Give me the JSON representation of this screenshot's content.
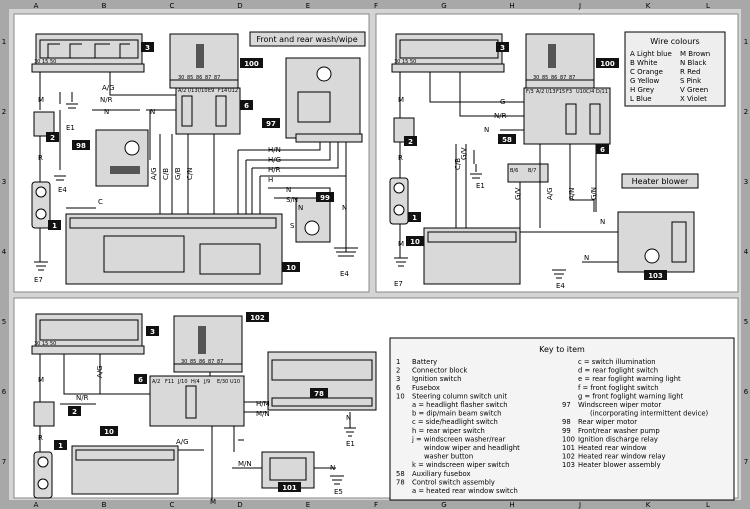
{
  "grid": {
    "columns": [
      "A",
      "B",
      "C",
      "D",
      "E",
      "F",
      "G",
      "H",
      "J",
      "K",
      "L"
    ],
    "rows": [
      "1",
      "2",
      "3",
      "4",
      "5",
      "6",
      "7"
    ]
  },
  "panels": {
    "wash_wipe_title": "Front and rear wash/wipe",
    "heater_title": "Heater blower",
    "wire_colours_title": "Wire colours"
  },
  "wire_colours": [
    {
      "code": "A",
      "name": "Light blue"
    },
    {
      "code": "M",
      "name": "Brown"
    },
    {
      "code": "B",
      "name": "White"
    },
    {
      "code": "N",
      "name": "Black"
    },
    {
      "code": "C",
      "name": "Orange"
    },
    {
      "code": "R",
      "name": "Red"
    },
    {
      "code": "G",
      "name": "Yellow"
    },
    {
      "code": "S",
      "name": "Pink"
    },
    {
      "code": "H",
      "name": "Grey"
    },
    {
      "code": "V",
      "name": "Green"
    },
    {
      "code": "L",
      "name": "Blue"
    },
    {
      "code": "X",
      "name": "Violet"
    }
  ],
  "key": {
    "title": "Key to item",
    "left": [
      {
        "n": "1",
        "t": "Battery"
      },
      {
        "n": "2",
        "t": "Connector block"
      },
      {
        "n": "3",
        "t": "Ignition switch"
      },
      {
        "n": "6",
        "t": "Fusebox"
      },
      {
        "n": "10",
        "t": "Steering column switch unit"
      },
      {
        "n": "",
        "t": "a = headlight flasher switch"
      },
      {
        "n": "",
        "t": "b = dip/main beam switch"
      },
      {
        "n": "",
        "t": "c = side/headlight switch"
      },
      {
        "n": "",
        "t": "h = rear wiper switch"
      },
      {
        "n": "",
        "t": "j = windscreen washer/rear"
      },
      {
        "n": "",
        "t": "window wiper and headlight"
      },
      {
        "n": "",
        "t": "washer button"
      },
      {
        "n": "",
        "t": "k = windscreen wiper switch"
      },
      {
        "n": "58",
        "t": "Auxiliary fusebox"
      },
      {
        "n": "78",
        "t": "Control switch assembly"
      },
      {
        "n": "",
        "t": "a = heated rear window switch"
      }
    ],
    "right": [
      {
        "n": "",
        "t": "c = switch illumination"
      },
      {
        "n": "",
        "t": "d = rear foglight switch"
      },
      {
        "n": "",
        "t": "e = rear foglight warning light"
      },
      {
        "n": "",
        "t": "f = front foglight switch"
      },
      {
        "n": "",
        "t": "g = front foglight warning light"
      },
      {
        "n": "97",
        "t": "Windscreen wiper motor"
      },
      {
        "n": "",
        "t": "(incorporating intermittent device)"
      },
      {
        "n": "98",
        "t": "Rear wiper motor"
      },
      {
        "n": "99",
        "t": "Front/rear washer pump"
      },
      {
        "n": "100",
        "t": "Ignition discharge relay"
      },
      {
        "n": "101",
        "t": "Heated rear window"
      },
      {
        "n": "102",
        "t": "Heated rear window relay"
      },
      {
        "n": "103",
        "t": "Heater blower assembly"
      }
    ]
  },
  "component_numbers": {
    "tl_ign": "3",
    "tl_relay": "100",
    "tl_fuse": "6",
    "tl_conn": "2",
    "tl_rearmotor": "98",
    "tl_batt": "1",
    "tl_wiper": "97",
    "tl_pump": "99",
    "tl_col": "10",
    "tr_ign": "3",
    "tr_relay": "100",
    "tr_fuse": "6",
    "tr_conn": "2",
    "tr_aux": "58",
    "tr_batt": "1",
    "tr_col": "10",
    "tr_blower": "103",
    "b_ign": "3",
    "b_relay": "102",
    "b_fuse": "6",
    "b_conn": "2",
    "b_batt": "1",
    "b_col": "10",
    "b_ctrl": "78",
    "b_hrw": "101"
  },
  "earths": {
    "tl_e1": "E1",
    "tl_e4a": "E4",
    "tl_e7": "E7",
    "tl_e4b": "E4",
    "tr_e1": "E1",
    "tr_e7": "E7",
    "tr_e4": "E4",
    "b_e1": "E1",
    "b_e5": "E5"
  },
  "wire_labels": {
    "tl": [
      "A/G",
      "N/R",
      "N",
      "N",
      "M",
      "R",
      "A/G",
      "C/B",
      "G/B",
      "C/N",
      "H/N",
      "H/G",
      "H/R",
      "H",
      "N",
      "S/N",
      "N",
      "N",
      "C",
      "S"
    ],
    "tr": [
      "M",
      "R",
      "G",
      "N/R",
      "N",
      "C/B",
      "G/V",
      "G/V",
      "A/G",
      "A/N",
      "G/N",
      "N",
      "N",
      "M"
    ],
    "b": [
      "M",
      "R",
      "A/G",
      "N/R",
      "H/M",
      "M/N",
      "A/G",
      "M/N",
      "M",
      "N",
      "N"
    ]
  },
  "pins": {
    "ign": [
      "30",
      "15",
      "50"
    ],
    "relay": [
      "30",
      "85",
      "86",
      "87",
      "87"
    ],
    "fuse_tl": [
      "A/2",
      "I/13",
      "I/10",
      "E9",
      "F14",
      "U12"
    ],
    "fuse_tr": [
      "F/3",
      "A/2",
      "I/13",
      "F15",
      "F3",
      "U10",
      "C/4",
      "D/11"
    ],
    "fuse_b": [
      "A/2",
      "F11",
      "J/10",
      "H/4",
      "J/9",
      "E/30",
      "U10"
    ],
    "aux": [
      "B/6",
      "B/7"
    ]
  }
}
